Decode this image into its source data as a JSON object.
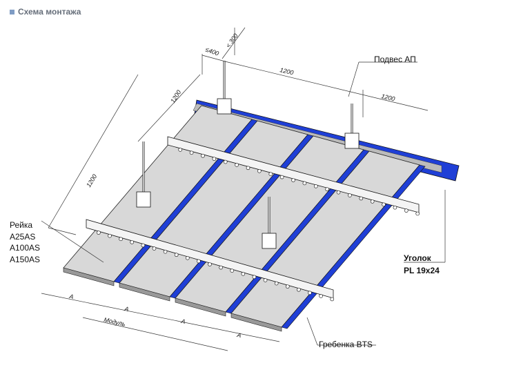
{
  "header": {
    "title": "Схема монтажа",
    "icon": "square-bullet-icon"
  },
  "dimensions": {
    "d400": "≤400",
    "d300": "< 300",
    "d1200_top": "1200",
    "d1200_right": "1200",
    "d1200_diag": "1200",
    "d1200_left": "1200",
    "a1": "A",
    "a2": "A",
    "a3": "A",
    "a4": "A",
    "module": "Модуль"
  },
  "labels": {
    "hanger": "Подвес АП",
    "rail_title": "Рейка",
    "rail_1": "A25AS",
    "rail_2": "A100AS",
    "rail_3": "A150AS",
    "corner_title": "Уголок",
    "corner_model": "PL 19x24",
    "carrier": "Гребенка BTS"
  },
  "colors": {
    "blue": "#1f3fd6",
    "panel": "#d8d8d8",
    "carrier": "#f4f4f4"
  }
}
